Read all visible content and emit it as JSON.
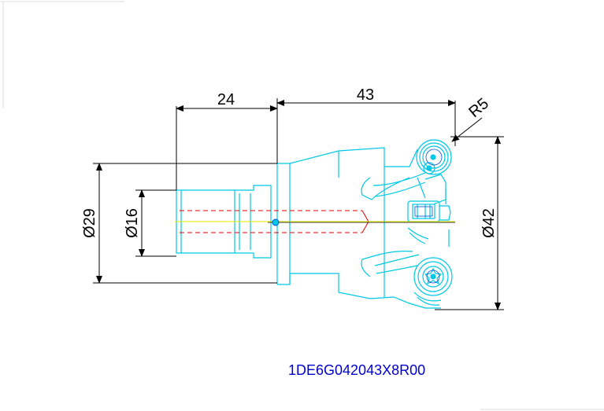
{
  "drawing": {
    "dimensions": {
      "shank_length": "24",
      "head_length": "43",
      "corner_radius": "R5",
      "shank_diameter": "Ø29",
      "bore_diameter": "Ø16",
      "cutting_diameter": "Ø42"
    },
    "part_number": "1DE6G042043X8R00",
    "colors": {
      "outline": "#00c8e6",
      "dimension": "#000000",
      "hidden": "#e60000",
      "centerline": "#e6e600",
      "part_number": "#0000cc"
    }
  }
}
